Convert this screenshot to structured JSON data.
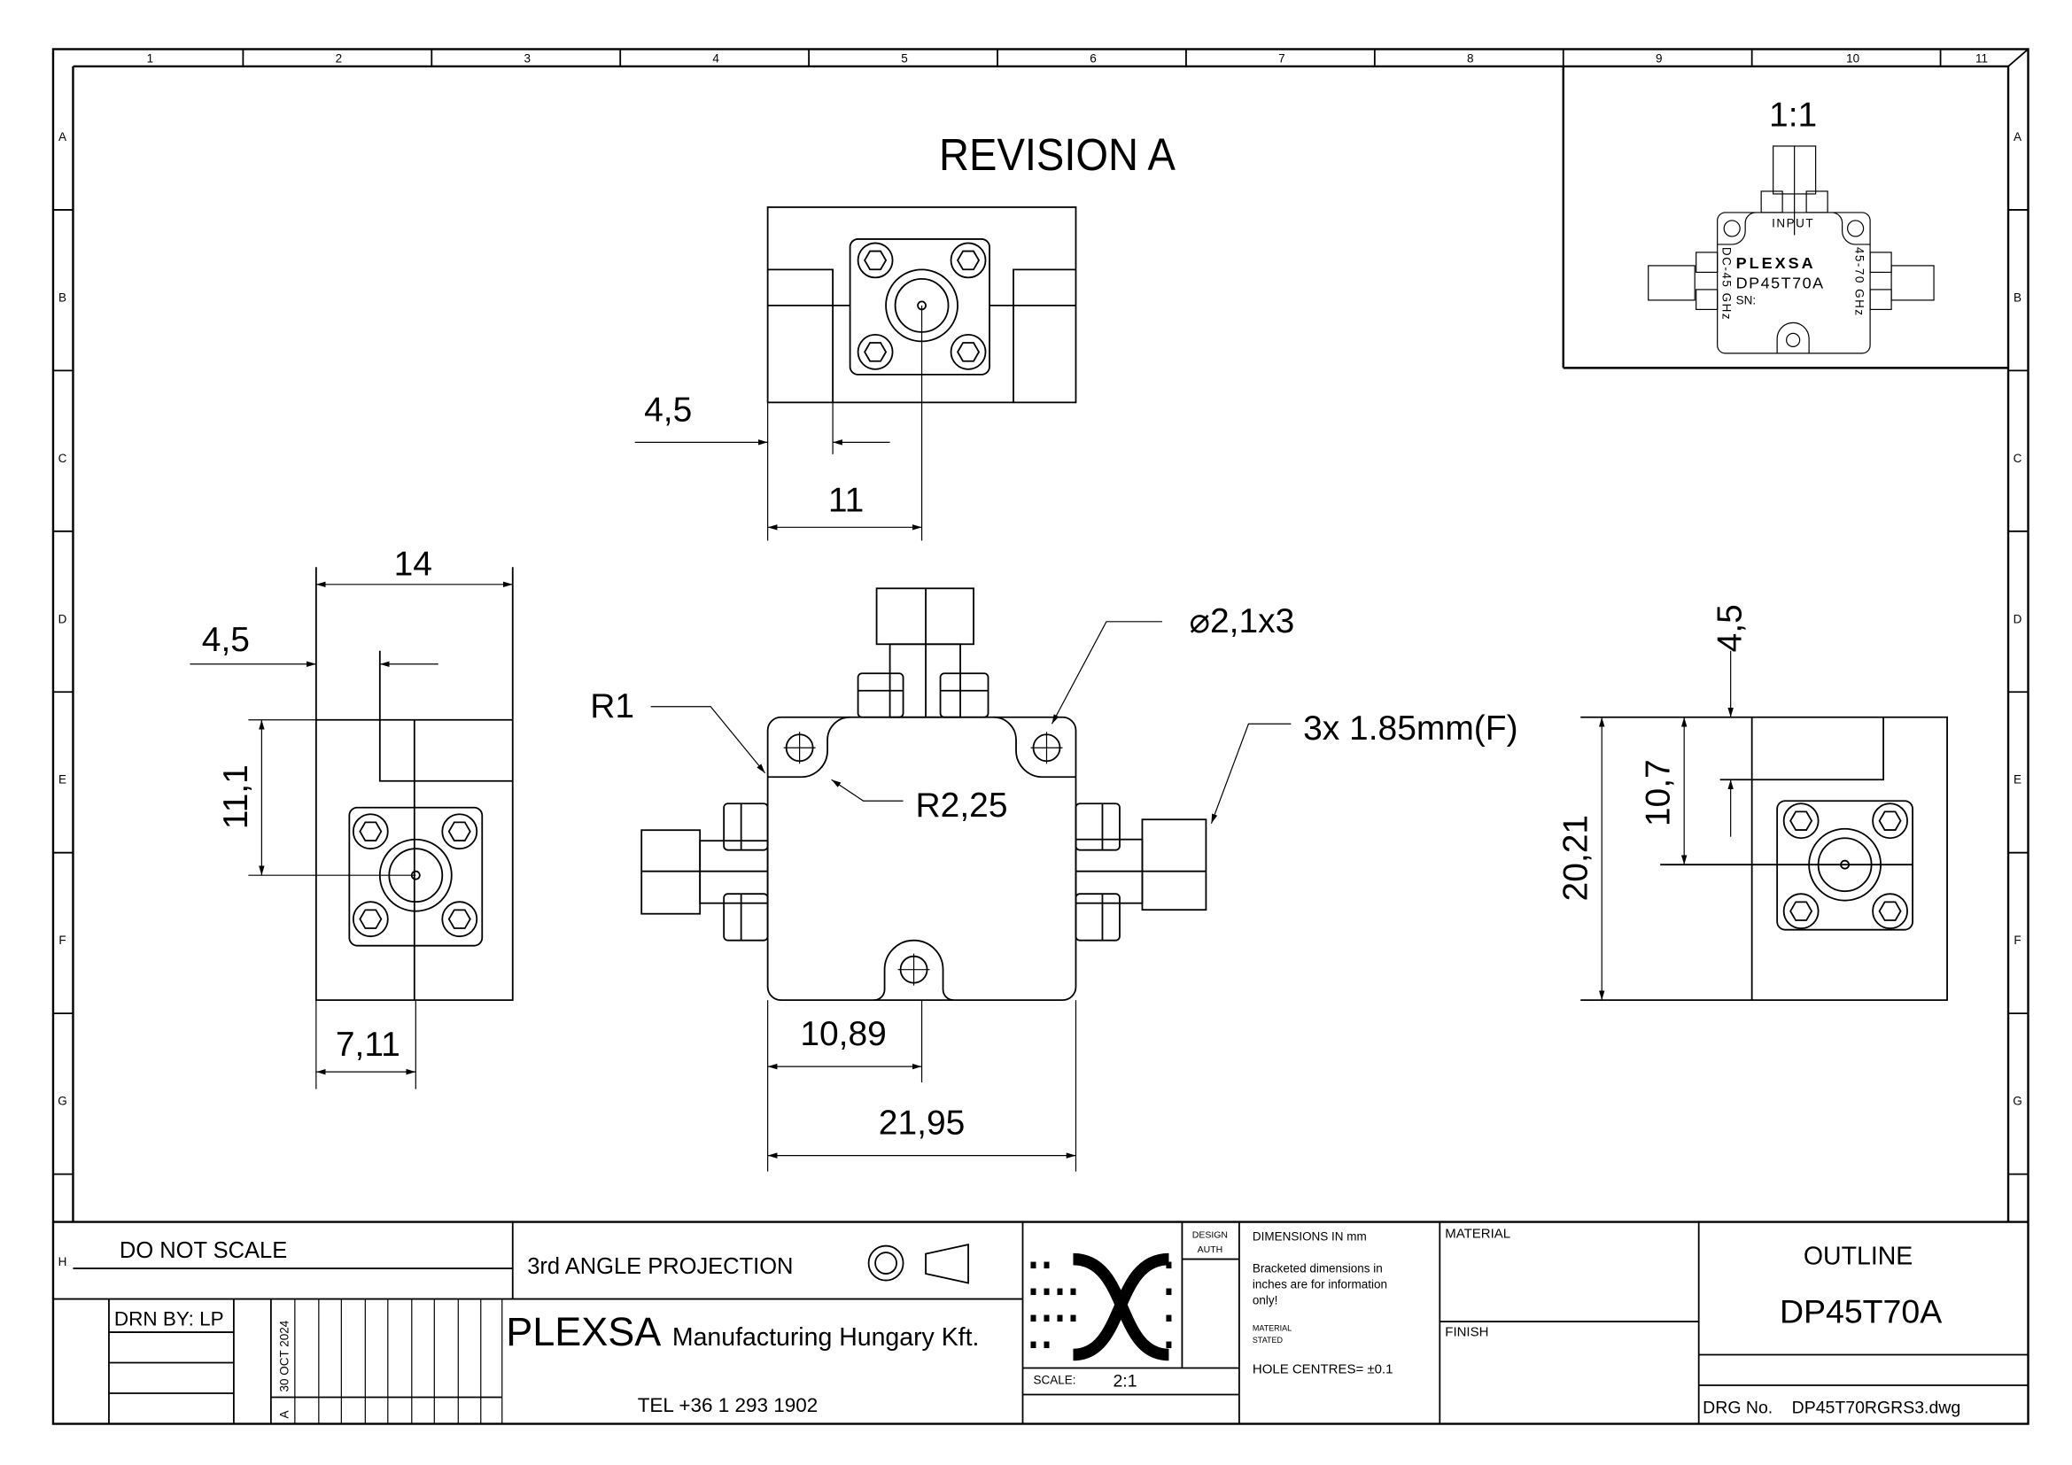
{
  "ruler": {
    "columns": [
      "1",
      "2",
      "3",
      "4",
      "5",
      "6",
      "7",
      "8",
      "9",
      "10",
      "11"
    ],
    "rows": [
      "A",
      "B",
      "C",
      "D",
      "E",
      "F",
      "G",
      "H"
    ]
  },
  "drawing": {
    "revision_title": "REVISION A",
    "inset": {
      "scale": "1:1",
      "input_label": "INPUT",
      "brand": "PLEXSA",
      "model": "DP45T70A",
      "serial_label": "SN:",
      "left_port": "DC-45 GHz",
      "right_port": "45-70 GHz"
    },
    "top_view": {
      "dim_offset": "4,5",
      "dim_width": "11"
    },
    "left_view": {
      "dim_width": "14",
      "dim_offset": "4,5",
      "dim_height": "11,1",
      "dim_bottom": "7,11"
    },
    "front_view": {
      "radius_outer": "R1",
      "hole_callout": "⌀2,1x3",
      "radius_inner": "R2,25",
      "connector_callout": "3x 1.85mm(F)",
      "dim_half": "10,89",
      "dim_total": "21,95"
    },
    "right_view": {
      "dim_offset": "4,5",
      "dim_center": "10,7",
      "dim_height": "20,21"
    }
  },
  "title_block": {
    "do_not_scale": "DO NOT SCALE",
    "projection": "3rd ANGLE PROJECTION",
    "drawn_by": "DRN BY: LP",
    "revision_date": "30 OCT 2024",
    "revision_letter": "A",
    "company_main": "PLEXSA",
    "company_rest": "Manufacturing Hungary Kft.",
    "phone": "TEL +36 1 293 1902",
    "design_auth_1": "DESIGN",
    "design_auth_2": "AUTH",
    "scale_label": "SCALE:",
    "scale_value": "2:1",
    "dimensions_note": "DIMENSIONS IN mm",
    "bracket_note_1": "Bracketed dimensions in",
    "bracket_note_2": "inches are for information",
    "bracket_note_3": "only!",
    "material_stated_1": "MATERIAL",
    "material_stated_2": "STATED",
    "hole_centres": "HOLE CENTRES= ±0.1",
    "material_label": "MATERIAL",
    "finish_label": "FINISH",
    "outline_label": "OUTLINE",
    "part_number": "DP45T70A",
    "drg_label": "DRG No.",
    "drg_value": "DP45T70RGRS3.dwg"
  }
}
